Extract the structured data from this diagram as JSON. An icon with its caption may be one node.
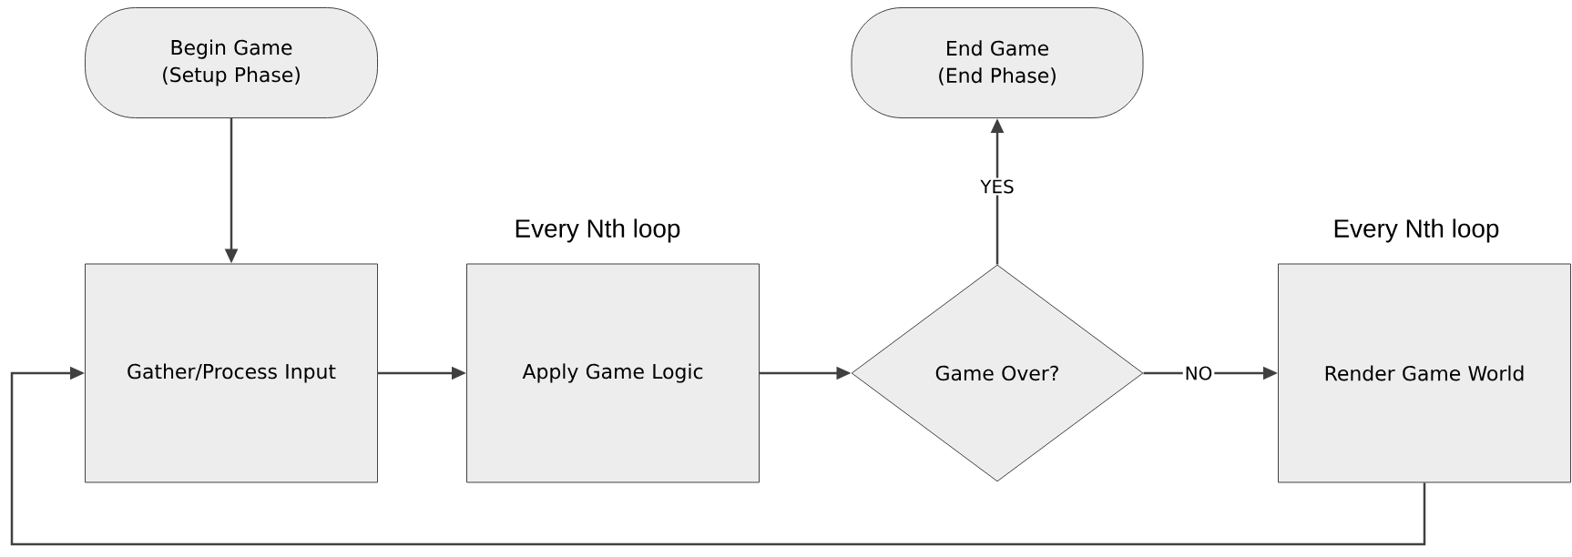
{
  "diagram": {
    "nodes": [
      {
        "text": [
          "Begin Game (Setup Phase)"
        ]
      },
      {
        "text": [
          "End Game (End Phase)"
        ]
      },
      {
        "text": [
          "Gather/Process Input"
        ]
      },
      {
        "text": [
          "Apply Game Logic"
        ],
        "beside": [
          "Every Nth loop"
        ]
      },
      {
        "text": [
          "Game Over?"
        ]
      },
      {
        "text": [
          "Render Game World"
        ],
        "beside": [
          "Every Nth loop"
        ]
      }
    ],
    "edges": [
      {
        "from": 0,
        "to": 2,
        "arrow": "to"
      },
      {
        "from": 2,
        "to": 3,
        "arrow": "to"
      },
      {
        "from": 3,
        "to": 4,
        "arrow": "to"
      },
      {
        "from": 4,
        "to": 1,
        "arrow": "to",
        "label": "YES"
      },
      {
        "from": 4,
        "to": 5,
        "arrow": "to",
        "label": "NO"
      },
      {
        "from": 5,
        "to": 2,
        "arrow": "to"
      }
    ]
  }
}
